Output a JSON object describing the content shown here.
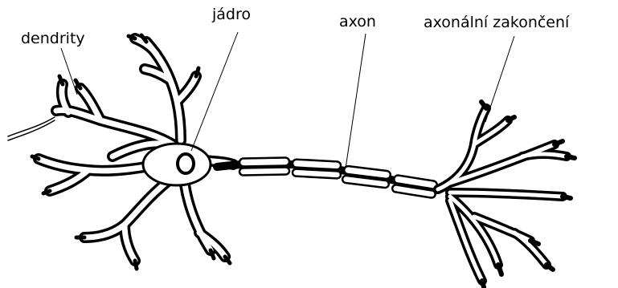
{
  "labels": {
    "dendrites": "dendrity",
    "nucleus": "jádro",
    "axon": "axon",
    "axon_terminals": "axonální zakončení"
  },
  "colors": {
    "ink": "#000000",
    "fill": "#ffffff"
  }
}
